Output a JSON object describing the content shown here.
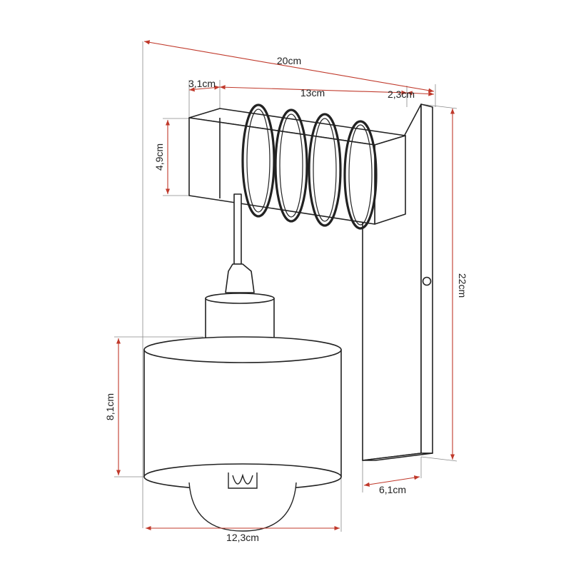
{
  "colors": {
    "outline": "#222222",
    "dimension": "#c0392b",
    "extension": "#888888",
    "background": "#ffffff"
  },
  "dimensions": {
    "overall_width": "20cm",
    "beam_end": "3,1cm",
    "beam_length": "13cm",
    "beam_offset": "2,3cm",
    "beam_height": "4,9cm",
    "overall_height": "22cm",
    "shade_height": "8,1cm",
    "plate_depth": "6,1cm",
    "shade_diameter": "12,3cm"
  }
}
